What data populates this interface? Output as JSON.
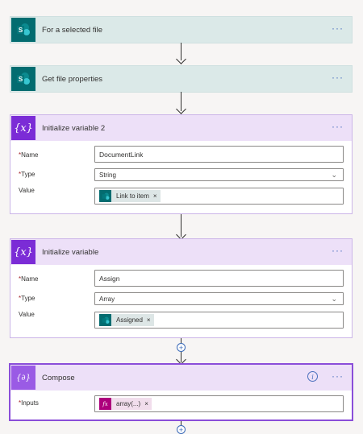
{
  "steps": {
    "selected_file": {
      "title": "For a selected file",
      "icon": "sharepoint-icon"
    },
    "file_props": {
      "title": "Get file properties",
      "icon": "sharepoint-icon"
    },
    "init_var2": {
      "title": "Initialize variable 2",
      "icon_text": "{x}",
      "name_label": "Name",
      "name_value": "DocumentLink",
      "type_label": "Type",
      "type_value": "String",
      "value_label": "Value",
      "token": "Link to item"
    },
    "init_var": {
      "title": "Initialize variable",
      "icon_text": "{x}",
      "name_label": "Name",
      "name_value": "Assign",
      "type_label": "Type",
      "type_value": "Array",
      "value_label": "Value",
      "token": "Assigned"
    },
    "compose": {
      "title": "Compose",
      "icon_text": "{∂}",
      "inputs_label": "Inputs",
      "token": "array(...)",
      "token_icon": "fx"
    }
  },
  "glyphs": {
    "more": "···",
    "required": "*",
    "remove": "×",
    "chevron": "⌄",
    "plus": "+",
    "info": "i"
  },
  "colors": {
    "sharepoint": "#036c70",
    "variable": "#7b2cd6",
    "compose_border": "#8a4ed9",
    "expression": "#ad007c"
  }
}
